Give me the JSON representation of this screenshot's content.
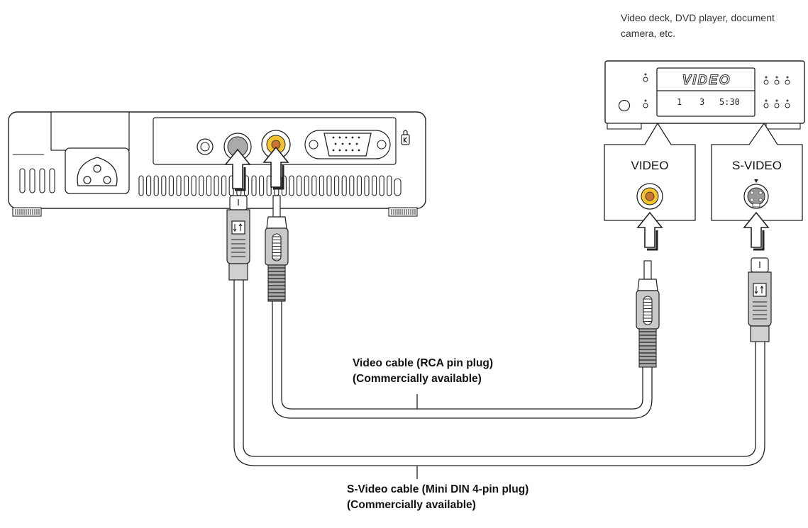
{
  "device": {
    "caption_line1": "Video deck, DVD player, document",
    "caption_line2": "camera, etc.",
    "display_title": "VIDEO",
    "display_digits": [
      "1",
      "3",
      "5:30"
    ]
  },
  "panels": {
    "video_label": "VIDEO",
    "svideo_label": "S-VIDEO"
  },
  "cables": {
    "video_cable_line1": "Video cable (RCA pin plug)",
    "video_cable_line2": "(Commercially available)",
    "svideo_cable_line1": "S-Video cable (Mini DIN 4-pin plug)",
    "svideo_cable_line2": "(Commercially available)"
  }
}
